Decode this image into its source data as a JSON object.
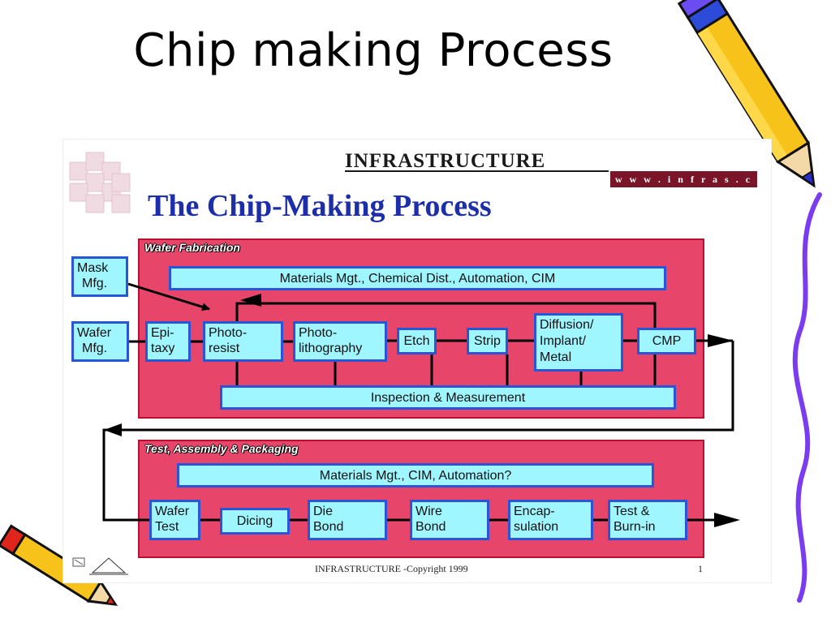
{
  "slide": {
    "title": "Chip making Process"
  },
  "logo": {
    "word": "INFRASTRUCTURE",
    "url": "w w w . i n f r a s . c o m"
  },
  "diagram": {
    "title": "The Chip-Making Process",
    "wafer_fab": {
      "label": "Wafer Fabrication",
      "support": "Materials Mgt., Chemical Dist., Automation, CIM",
      "steps": {
        "epitaxy": [
          "Epi-",
          "taxy"
        ],
        "photoresist": [
          "Photo-",
          "resist"
        ],
        "photolithography": [
          "Photo-",
          "lithography"
        ],
        "etch": "Etch",
        "strip": "Strip",
        "diffusion": [
          "Diffusion/",
          "Implant/",
          "Metal"
        ],
        "cmp": "CMP"
      },
      "inspection": "Inspection & Measurement"
    },
    "inputs": {
      "mask": [
        "Mask",
        "Mfg."
      ],
      "wafer": [
        "Wafer",
        "Mfg."
      ]
    },
    "tap": {
      "label": "Test, Assembly & Packaging",
      "support": "Materials Mgt., CIM, Automation?",
      "steps": {
        "wafer_test": [
          "Wafer",
          "Test"
        ],
        "dicing": "Dicing",
        "die_bond": [
          "Die",
          "Bond"
        ],
        "wire_bond": [
          "Wire",
          "Bond"
        ],
        "encapsulation": [
          "Encap-",
          "sulation"
        ],
        "test_burn": [
          "Test &",
          "Burn-in"
        ]
      }
    }
  },
  "footer": {
    "copyright": "INFRASTRUCTURE -Copyright 1999",
    "page": "1"
  },
  "colors": {
    "stage_fill": "#e8456a",
    "step_fill": "#9ff6ff",
    "step_border": "#2a56d6",
    "title_blue": "#1c2fa8",
    "url_band": "#7a1428",
    "vine": "#7b3cf0"
  }
}
